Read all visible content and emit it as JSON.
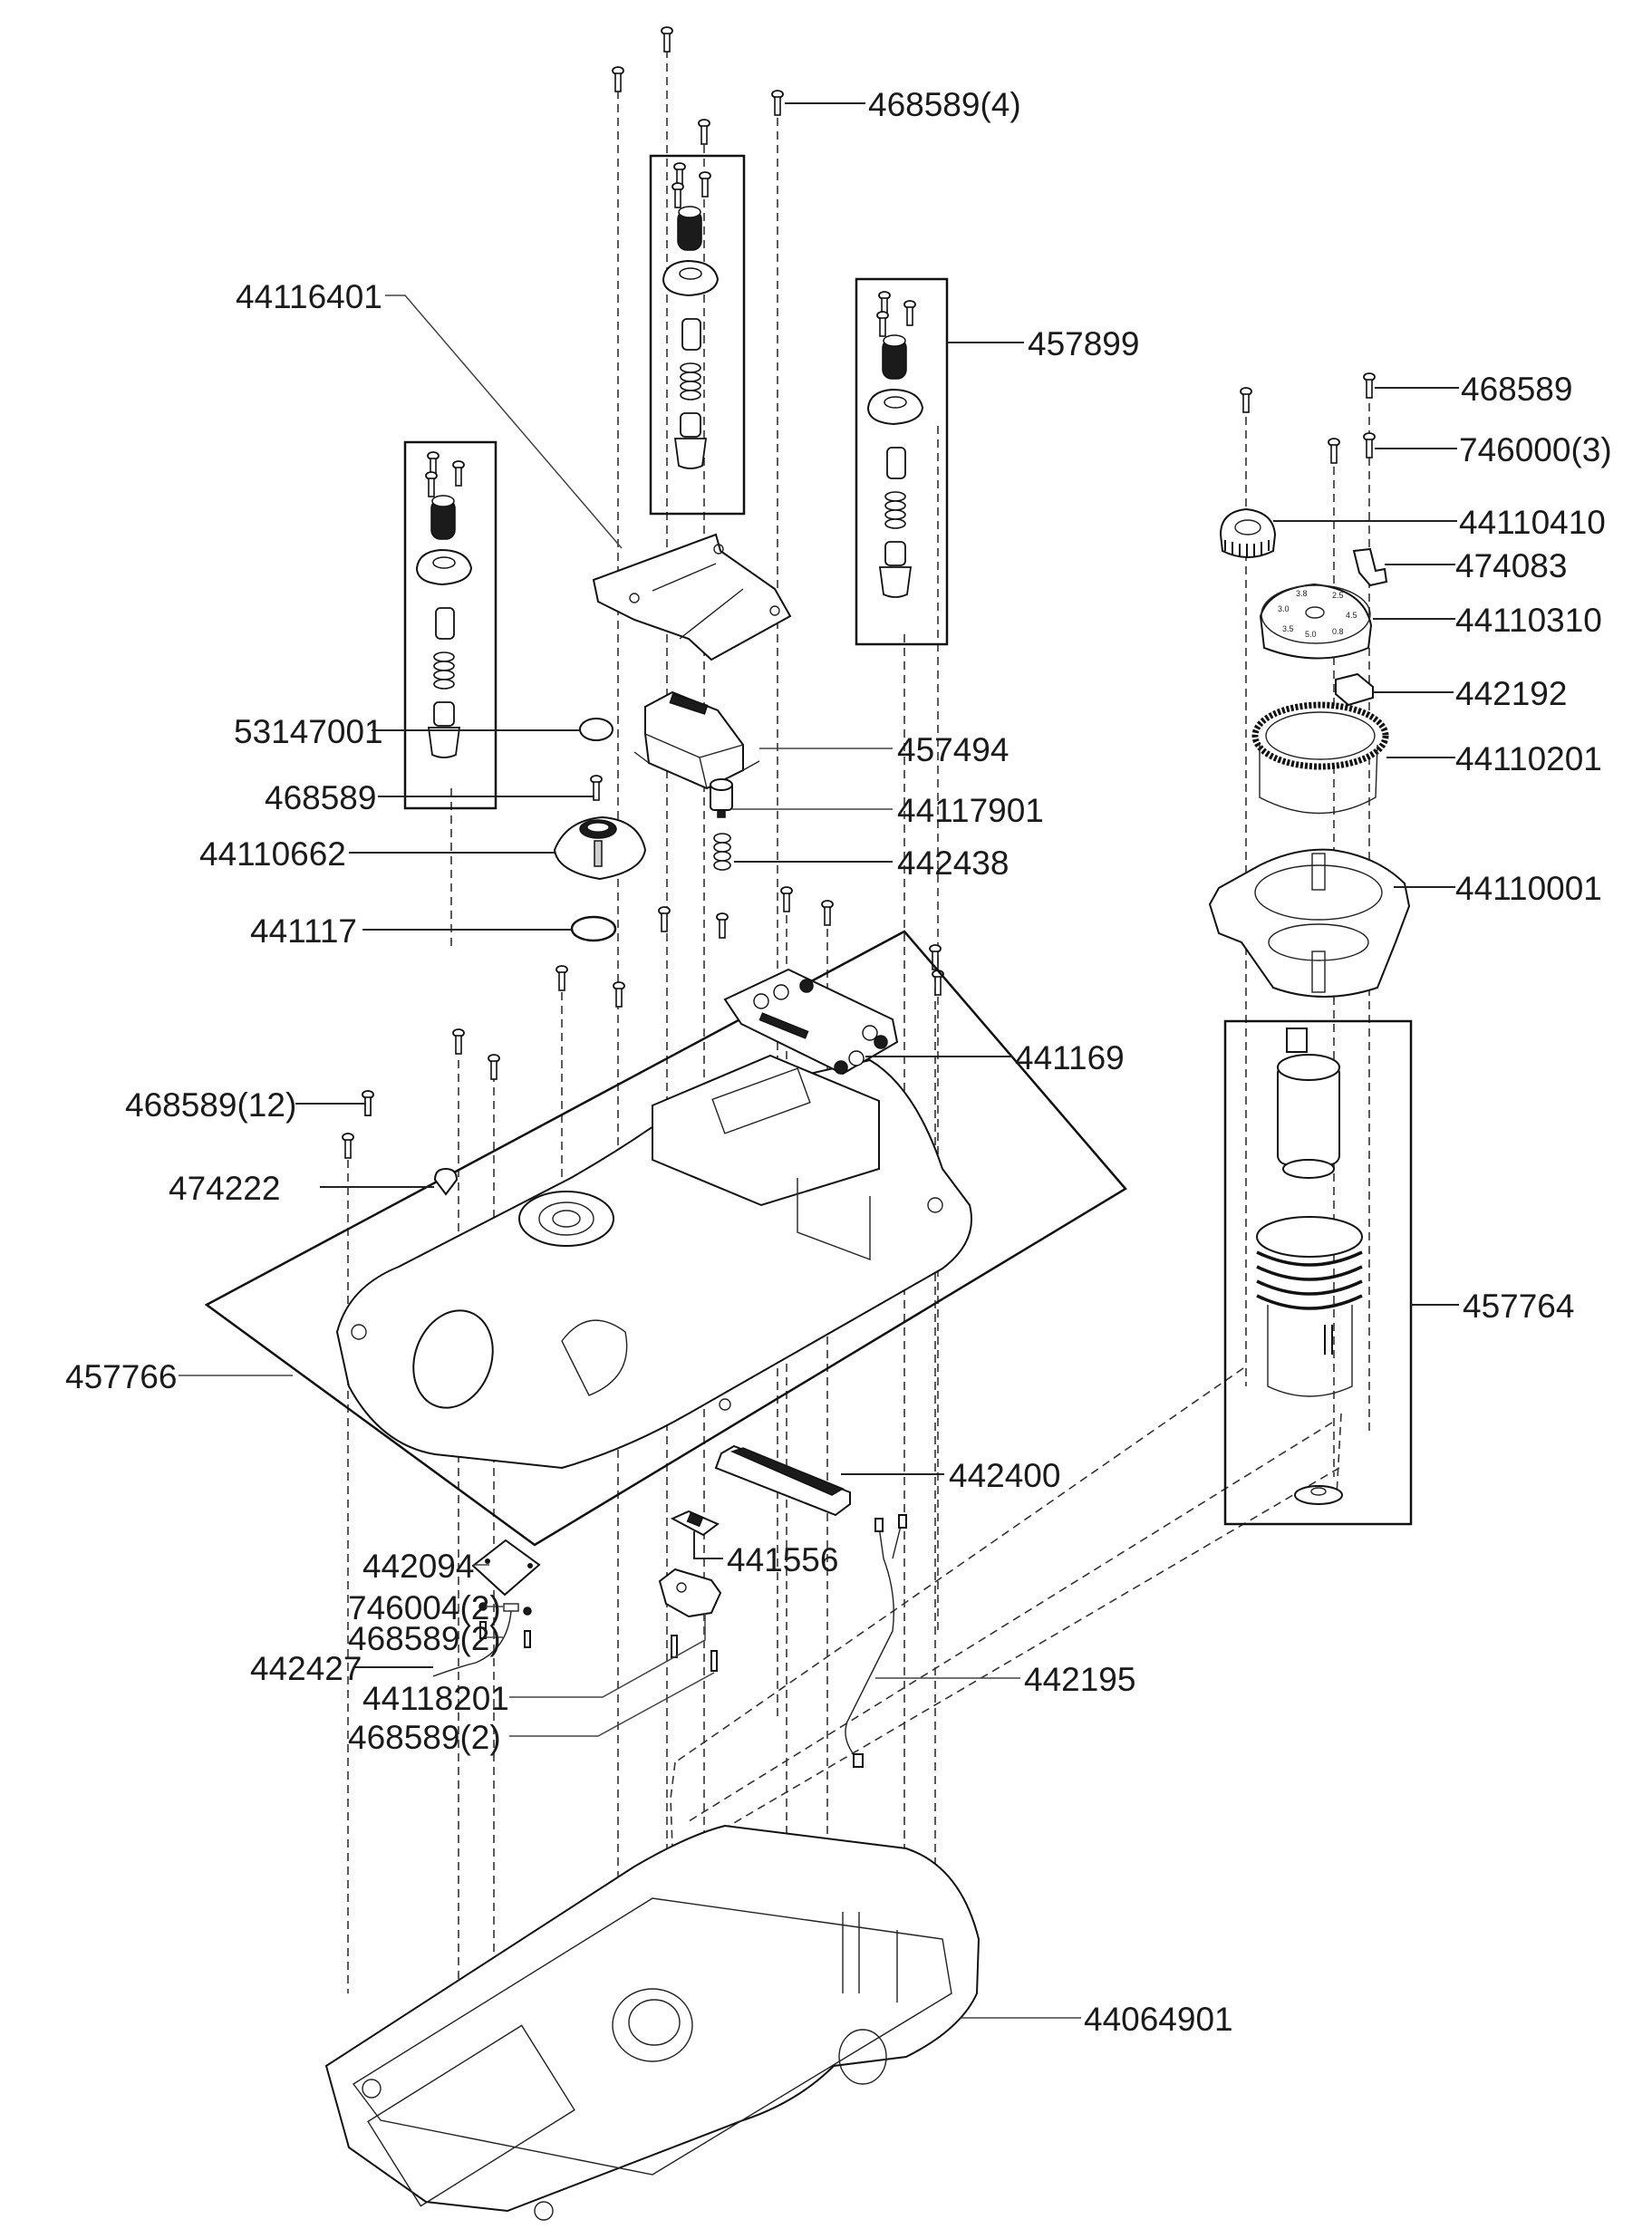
{
  "diagram": {
    "type": "exploded-parts-view",
    "labels": [
      {
        "id": "l-468589-4",
        "text": "468589(4)"
      },
      {
        "id": "l-44116401",
        "text": "44116401"
      },
      {
        "id": "l-457899",
        "text": "457899"
      },
      {
        "id": "l-468589-r",
        "text": "468589"
      },
      {
        "id": "l-746000-3",
        "text": "746000(3)"
      },
      {
        "id": "l-44110410",
        "text": "44110410"
      },
      {
        "id": "l-474083",
        "text": "474083"
      },
      {
        "id": "l-44110310",
        "text": "44110310"
      },
      {
        "id": "l-442192",
        "text": "442192"
      },
      {
        "id": "l-44110201",
        "text": "44110201"
      },
      {
        "id": "l-44110001",
        "text": "44110001"
      },
      {
        "id": "l-53147001",
        "text": "53147001"
      },
      {
        "id": "l-457494",
        "text": "457494"
      },
      {
        "id": "l-468589-l",
        "text": "468589"
      },
      {
        "id": "l-44117901",
        "text": "44117901"
      },
      {
        "id": "l-44110662",
        "text": "44110662"
      },
      {
        "id": "l-442438",
        "text": "442438"
      },
      {
        "id": "l-441117",
        "text": "441117"
      },
      {
        "id": "l-441169",
        "text": "441169"
      },
      {
        "id": "l-468589-12",
        "text": "468589(12)"
      },
      {
        "id": "l-474222",
        "text": "474222"
      },
      {
        "id": "l-457764",
        "text": "457764"
      },
      {
        "id": "l-457766",
        "text": "457766"
      },
      {
        "id": "l-442400",
        "text": "442400"
      },
      {
        "id": "l-441556",
        "text": "441556"
      },
      {
        "id": "l-442094",
        "text": "442094"
      },
      {
        "id": "l-746004-2",
        "text": "746004(2)"
      },
      {
        "id": "l-468589-2a",
        "text": "468589(2)"
      },
      {
        "id": "l-442427",
        "text": "442427"
      },
      {
        "id": "l-442195",
        "text": "442195"
      },
      {
        "id": "l-44118201",
        "text": "44118201"
      },
      {
        "id": "l-468589-2b",
        "text": "468589(2)"
      },
      {
        "id": "l-44064901",
        "text": "44064901"
      }
    ]
  }
}
